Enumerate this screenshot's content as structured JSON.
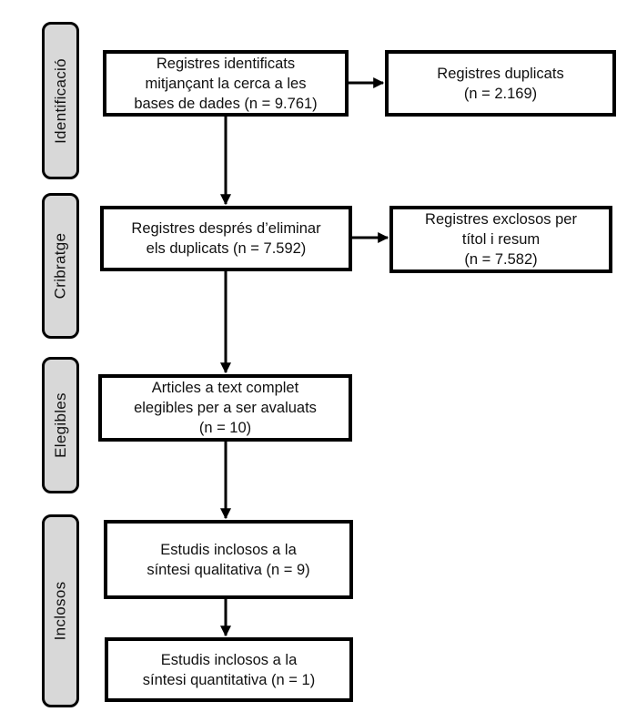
{
  "colors": {
    "stage_fill": "#d8d8d8",
    "border": "#000000",
    "box_fill": "#ffffff",
    "background": "#ffffff"
  },
  "stages": {
    "identification": "Identificació",
    "screening": "Cribratge",
    "eligibility": "Elegibles",
    "included": "Inclosos"
  },
  "boxes": {
    "identified": "Registres identificats\nmitjançant la cerca a les\nbases de dades (n = 9.761)",
    "duplicates": "Registres duplicats\n(n = 2.169)",
    "after_duplicates": "Registres després d’eliminar\nels duplicats (n = 7.592)",
    "excluded_title_abstract": "Registres exclosos per\ntítol i resum\n(n = 7.582)",
    "fulltext_eligible": "Articles a text complet\nelegibles per a ser avaluats\n(n = 10)",
    "qualitative_synthesis": "Estudis inclosos a la\nsíntesi qualitativa (n = 9)",
    "quantitative_synthesis": "Estudis inclosos a la\nsíntesi quantitativa (n = 1)"
  }
}
